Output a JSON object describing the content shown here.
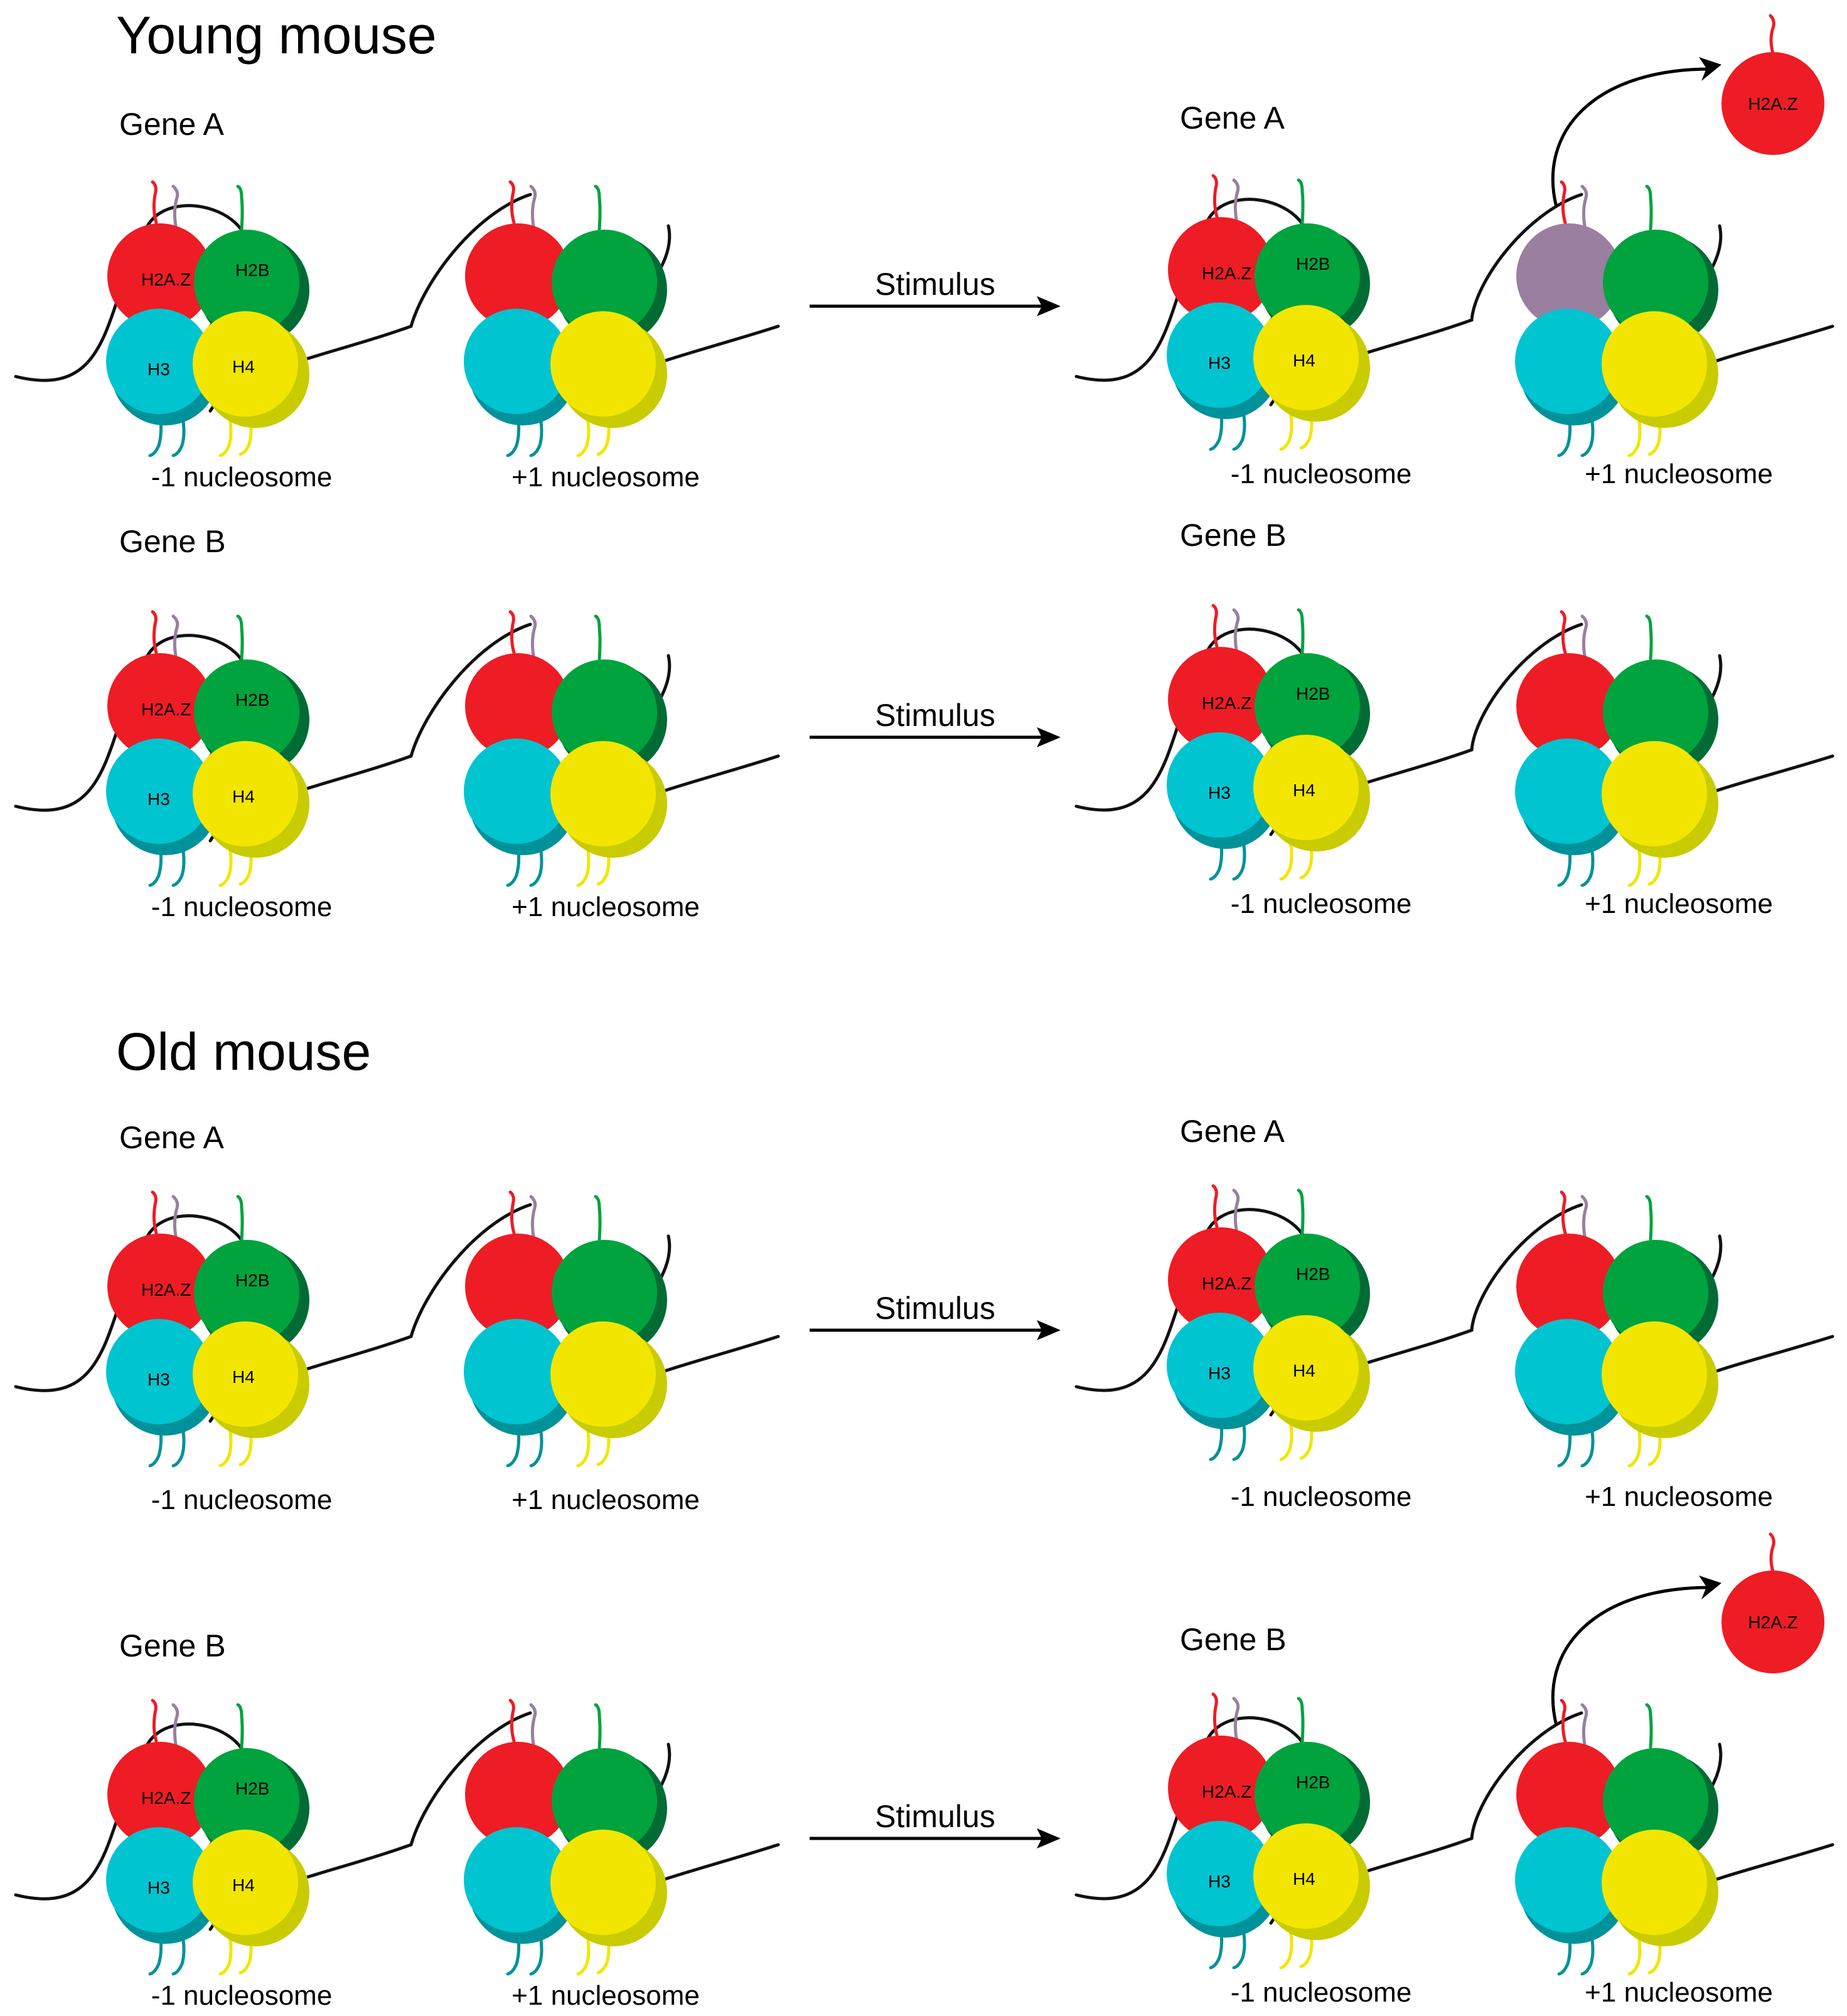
{
  "sections": [
    {
      "title": "Young mouse",
      "rows": [
        {
          "gene": "Gene A",
          "arrow_label": "Stimulus",
          "before": {
            "left_label": "-1 nucleosome",
            "right_label": "+1 nucleosome"
          },
          "after": {
            "left_label": "-1 nucleosome",
            "right_label": "+1 nucleosome",
            "evicted": true
          }
        },
        {
          "gene": "Gene B",
          "arrow_label": "Stimulus",
          "before": {
            "left_label": "-1 nucleosome",
            "right_label": "+1 nucleosome"
          },
          "after": {
            "left_label": "-1 nucleosome",
            "right_label": "+1 nucleosome",
            "evicted": false
          }
        }
      ]
    },
    {
      "title": "Old mouse",
      "rows": [
        {
          "gene": "Gene A",
          "arrow_label": "Stimulus",
          "before": {
            "left_label": "-1 nucleosome",
            "right_label": "+1 nucleosome"
          },
          "after": {
            "left_label": "-1 nucleosome",
            "right_label": "+1 nucleosome",
            "evicted": false
          }
        },
        {
          "gene": "Gene B",
          "arrow_label": "Stimulus",
          "before": {
            "left_label": "-1 nucleosome",
            "right_label": "+1 nucleosome"
          },
          "after": {
            "left_label": "-1 nucleosome",
            "right_label": "+1 nucleosome",
            "evicted": true
          }
        }
      ]
    }
  ],
  "histones": {
    "h2az": "H2A.Z",
    "h2b": "H2B",
    "h3": "H3",
    "h4": "H4"
  },
  "colors": {
    "h2az": "#ee1c24",
    "h2az_tail": "#ee1c24",
    "h2b": "#00a33d",
    "h2b_dark": "#006b35",
    "h3": "#00c4d0",
    "h3_dark": "#00929a",
    "h4": "#f2e600",
    "h4_dark": "#c8cc00",
    "h2a_variant": "#9a7fa0",
    "dna": "#111111"
  }
}
